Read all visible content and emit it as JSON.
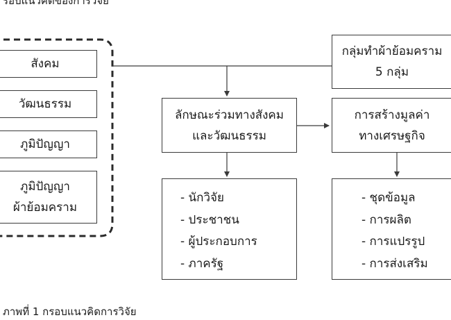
{
  "captions": {
    "top": "รอบแนวคิดของการวิจัย",
    "bottom": "ภาพที่ 1 กรอบแนวคิดการวิจัย"
  },
  "left_group": [
    "สังคม",
    "วัฒนธรรม",
    "ภูมิปัญญา",
    [
      "ภูมิปัญญา",
      "ผ้าย้อมคราม"
    ]
  ],
  "groups_box": [
    "กลุ่มทำผ้าย้อมคราม",
    "5 กลุ่ม"
  ],
  "characteristics_box": [
    "ลักษณะร่วมทางสังคม",
    "และวัฒนธรรม"
  ],
  "economic_value_box": [
    "การสร้างมูลค่า",
    "ทางเศรษฐกิจ"
  ],
  "stakeholders": [
    "- นักวิจัย",
    "- ประชาชน",
    "- ผู้ประกอบการ",
    "- ภาครัฐ"
  ],
  "outputs": [
    "- ชุดข้อมูล",
    "- การผลิต",
    "- การแปรรูป",
    "- การส่งเสริม"
  ],
  "colors": {
    "line": "#3a3a3a",
    "text": "#1a1a1a"
  }
}
